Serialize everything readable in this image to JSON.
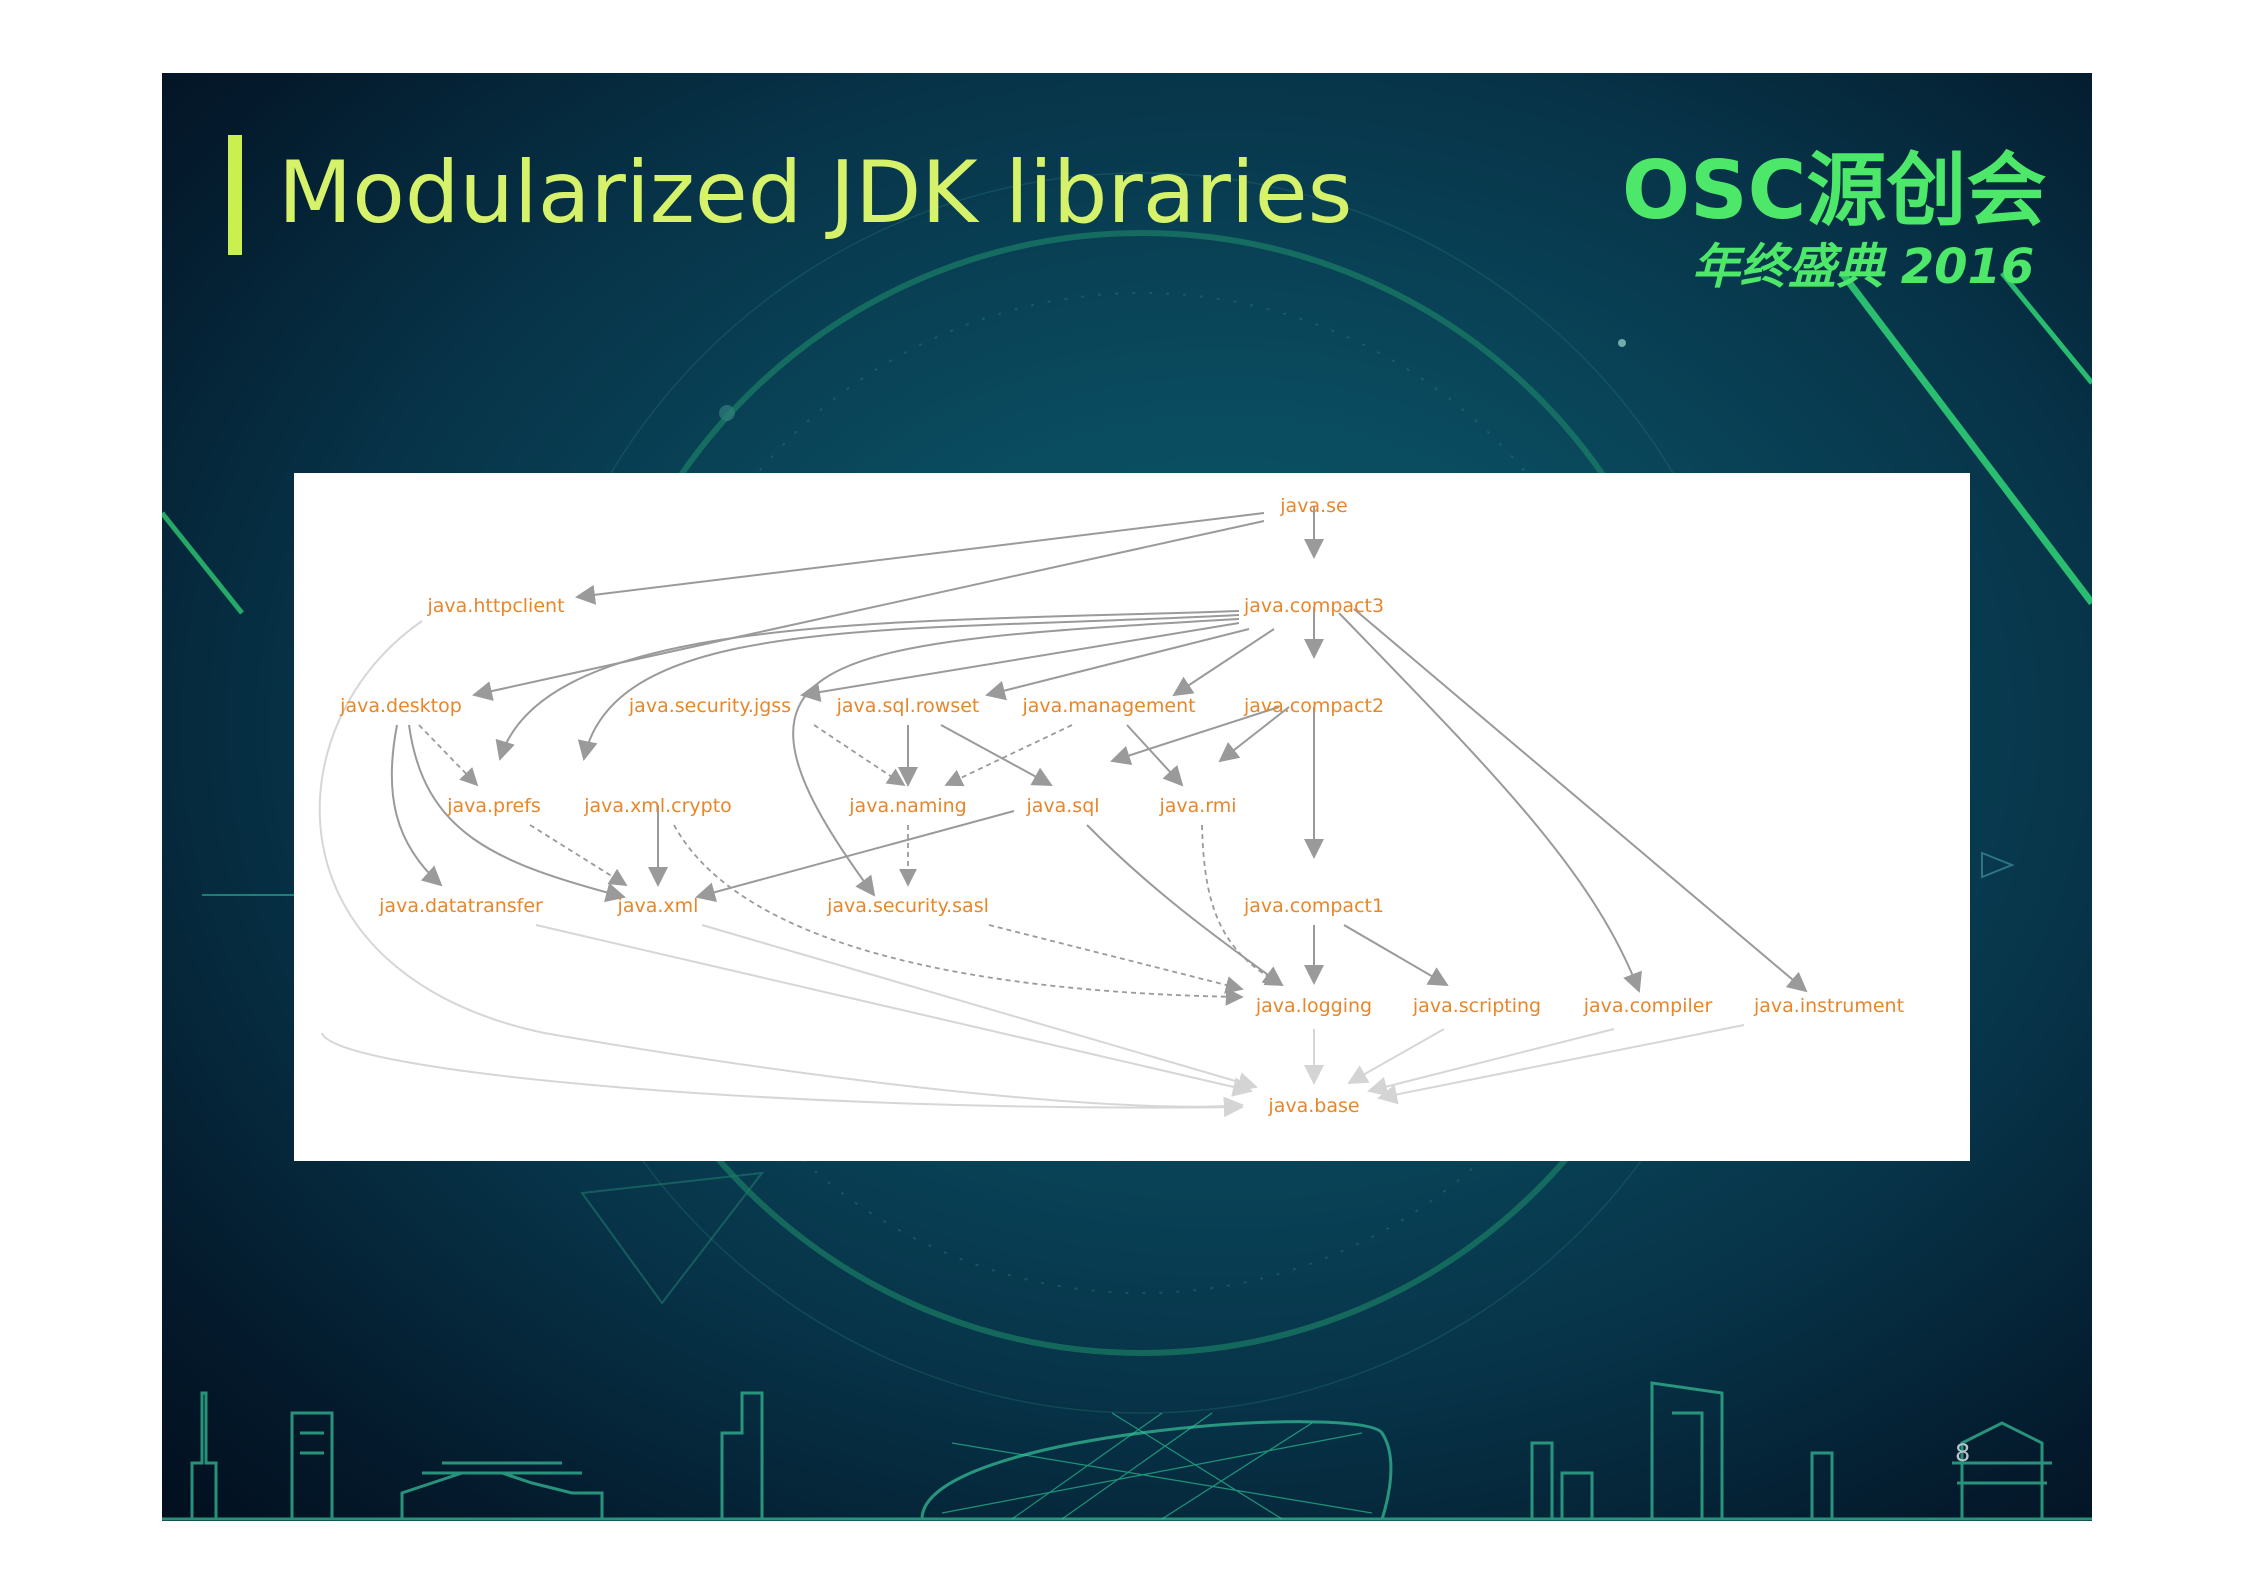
{
  "slide": {
    "title": "Modularized JDK libraries",
    "page_number": "8",
    "accent_color": "#c9f04e",
    "title_color": "#d6f26a"
  },
  "logo": {
    "line1": "OSC源创会",
    "line2": "年终盛典 2016",
    "color": "#4de86a"
  },
  "diagram": {
    "node_color": "#e8862a",
    "edge_color": "#9a9a9a",
    "nodes": [
      {
        "id": "java.se",
        "label": "java.se"
      },
      {
        "id": "java.httpclient",
        "label": "java.httpclient"
      },
      {
        "id": "java.compact3",
        "label": "java.compact3"
      },
      {
        "id": "java.desktop",
        "label": "java.desktop"
      },
      {
        "id": "java.security.jgss",
        "label": "java.security.jgss"
      },
      {
        "id": "java.sql.rowset",
        "label": "java.sql.rowset"
      },
      {
        "id": "java.management",
        "label": "java.management"
      },
      {
        "id": "java.compact2",
        "label": "java.compact2"
      },
      {
        "id": "java.prefs",
        "label": "java.prefs"
      },
      {
        "id": "java.xml.crypto",
        "label": "java.xml.crypto"
      },
      {
        "id": "java.naming",
        "label": "java.naming"
      },
      {
        "id": "java.sql",
        "label": "java.sql"
      },
      {
        "id": "java.rmi",
        "label": "java.rmi"
      },
      {
        "id": "java.datatransfer",
        "label": "java.datatransfer"
      },
      {
        "id": "java.xml",
        "label": "java.xml"
      },
      {
        "id": "java.security.sasl",
        "label": "java.security.sasl"
      },
      {
        "id": "java.compact1",
        "label": "java.compact1"
      },
      {
        "id": "java.logging",
        "label": "java.logging"
      },
      {
        "id": "java.scripting",
        "label": "java.scripting"
      },
      {
        "id": "java.compiler",
        "label": "java.compiler"
      },
      {
        "id": "java.instrument",
        "label": "java.instrument"
      },
      {
        "id": "java.base",
        "label": "java.base"
      }
    ]
  }
}
